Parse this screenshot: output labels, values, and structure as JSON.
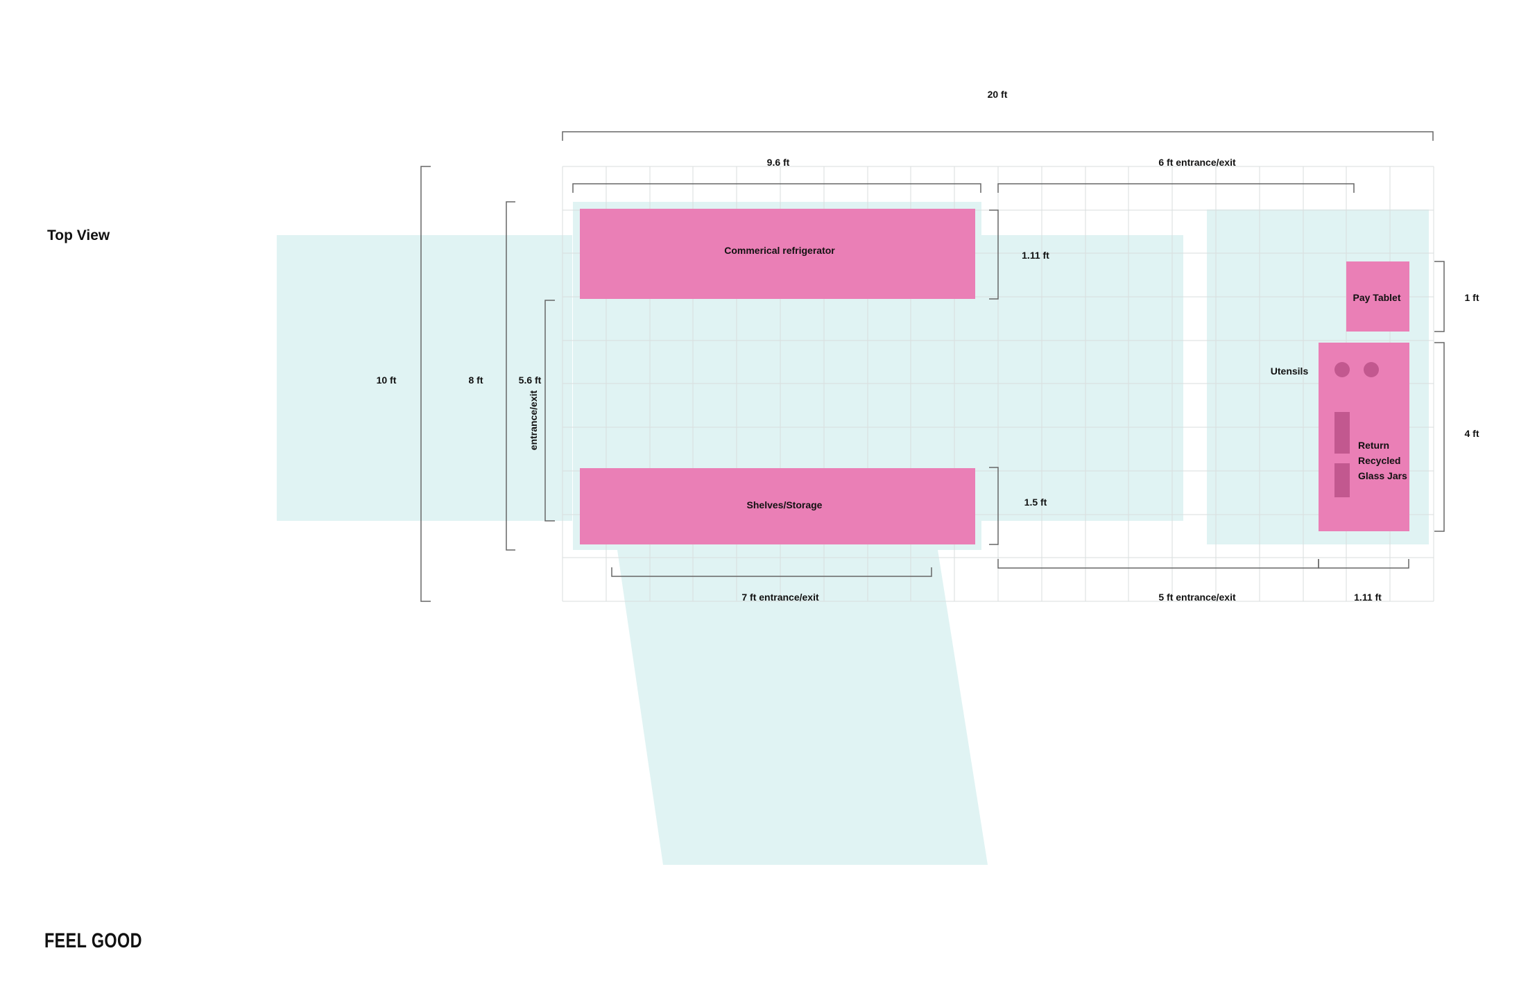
{
  "page": {
    "heading": "Top View",
    "brand": "FEEL GOOD"
  },
  "colors": {
    "zone": "#e0f3f3",
    "fixture": "#ea7fb6",
    "fixture_detail": "#c2588f",
    "grid": "#d9dede",
    "dimension": "#666666"
  },
  "dimensions": {
    "overall_length": "20 ft",
    "refrigerator_length": "9.6 ft",
    "right_entrance": "6 ft entrance/exit",
    "overall_depth": "10 ft",
    "inner_depth": "8 ft",
    "side_opening": "5.6 ft",
    "side_opening_label": "entrance/exit",
    "refrigerator_depth": "1.11 ft",
    "shelves_depth": "1.5 ft",
    "front_entrance": "7 ft entrance/exit",
    "rear_entrance": "5 ft entrance/exit",
    "counter_depth": "1.11 ft",
    "tablet_width": "1 ft",
    "counter_length": "4 ft"
  },
  "fixtures": {
    "refrigerator": "Commerical refrigerator",
    "shelves": "Shelves/Storage",
    "pay_tablet": "Pay Tablet",
    "utensils": "Utensils",
    "jar_return_line1": "Return",
    "jar_return_line2": "Recycled",
    "jar_return_line3": "Glass Jars"
  }
}
